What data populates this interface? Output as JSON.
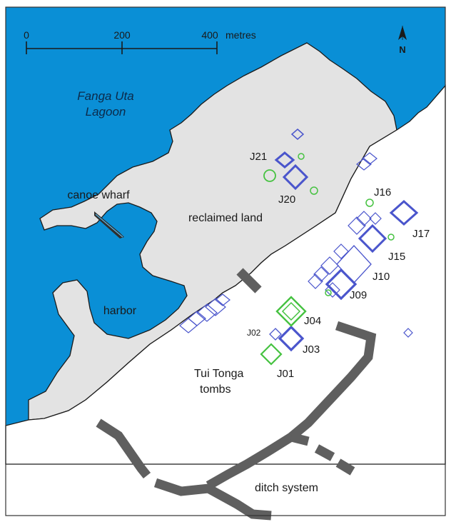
{
  "map": {
    "colors": {
      "water": "#0a8fd6",
      "land": "#e3e3e3",
      "white_land": "#ffffff",
      "coast": "#1a1a1a",
      "ditch": "#5f5f5f",
      "blue_tomb": "#4a55cc",
      "green_tomb": "#46c241",
      "frame": "#333333"
    },
    "scale_bar": {
      "ticks": [
        "0",
        "200",
        "400"
      ],
      "unit": "metres"
    },
    "north_arrow": {
      "label": "N"
    },
    "labels": {
      "lagoon_line1": "Fanga Uta",
      "lagoon_line2": "Lagoon",
      "canoe_wharf": "canoe wharf",
      "reclaimed_land": "reclaimed land",
      "harbor": "harbor",
      "tui_tonga_line1": "Tui Tonga",
      "tui_tonga_line2": "tombs",
      "ditch_system": "ditch system"
    },
    "tombs": {
      "J01": "J01",
      "J02": "J02",
      "J03": "J03",
      "J04": "J04",
      "J09": "J09",
      "J10": "J10",
      "J15": "J15",
      "J16": "J16",
      "J17": "J17",
      "J20": "J20",
      "J21": "J21"
    }
  }
}
